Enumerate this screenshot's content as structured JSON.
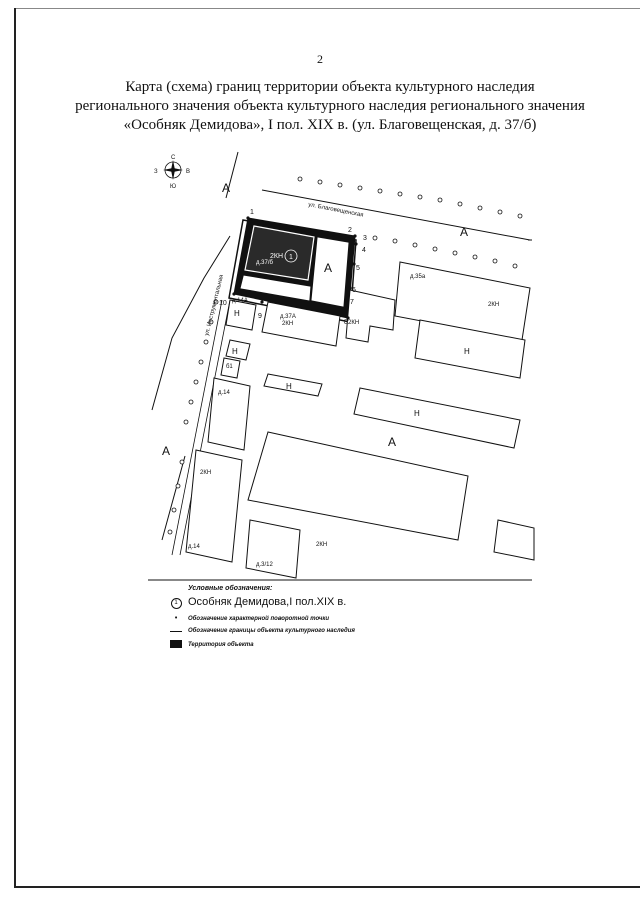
{
  "page_number": "2",
  "title_lines": [
    "Карта (схема) границ территории объекта культурного наследия",
    "регионального значения объекта культурного наследия регионального значения",
    "«Особняк Демидова», I пол. XIX в. (ул. Благовещенская, д. 37/б)"
  ],
  "map": {
    "compass": {
      "n": "С",
      "s": "Ю",
      "w": "З",
      "e": "В"
    },
    "streets": {
      "blagoveshchenskaya": "ул. Благовещенская",
      "instrumentalnaya": "ул. Инструментальная"
    },
    "zones": {
      "a": "А",
      "n": "Н"
    },
    "building_labels": {
      "object_kn": "2КН",
      "object_house": "д.37/б",
      "object_number": "1",
      "d35v": "д.35а",
      "kn_35": "2КН",
      "d14a": "д.14А",
      "d37a": "д.37А",
      "kn_37a": "2КН",
      "d14_upper": "д.14",
      "kn_left": "2КН",
      "d14_lower": "д.14",
      "d3_12": "д.3/12",
      "kn_bottom": "2КН",
      "n_small": "б1"
    },
    "points": [
      "1",
      "2",
      "3",
      "4",
      "5",
      "6",
      "7",
      "8",
      "9",
      "10"
    ]
  },
  "legend": {
    "title": "Условные обозначения:",
    "items": [
      {
        "symbol": "1",
        "text": "Особняк Демидова,I пол.XIX в."
      },
      {
        "text": "Обозначение характерной поворотной точки"
      },
      {
        "text": "Обозначение границы объекта культурного наследия"
      },
      {
        "text": "Территория объекта"
      }
    ]
  },
  "colors": {
    "ink": "#111111",
    "paper": "#ffffff"
  }
}
